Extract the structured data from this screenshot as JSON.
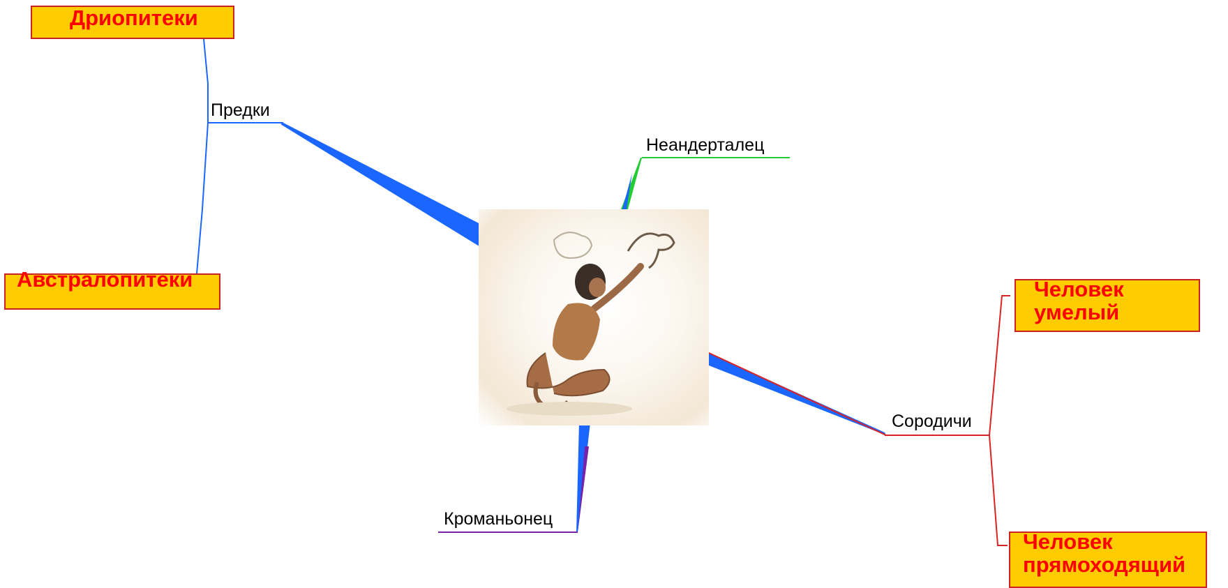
{
  "colors": {
    "leaf_fill": "#ffcc00",
    "leaf_border": "#cc2222",
    "leaf_text": "#ff0000",
    "predki_branch": "#1a66ff",
    "neanderthal_branch": "#22cc33",
    "cromagnon_branch": "#7722aa",
    "sorodichi_branch": "#dd2222"
  },
  "central_image": {
    "icon": "cave-painter-illustration"
  },
  "branches": {
    "predki": {
      "label": "Предки",
      "children": [
        "Дриопитеки",
        "Австралопитеки"
      ]
    },
    "neanderthal": {
      "label": "Неандерталец"
    },
    "cromagnon": {
      "label": "Кроманьонец"
    },
    "sorodichi": {
      "label": "Сородичи",
      "children": [
        "Человек\nумелый",
        "Человек\nпрямоходящий"
      ]
    }
  }
}
